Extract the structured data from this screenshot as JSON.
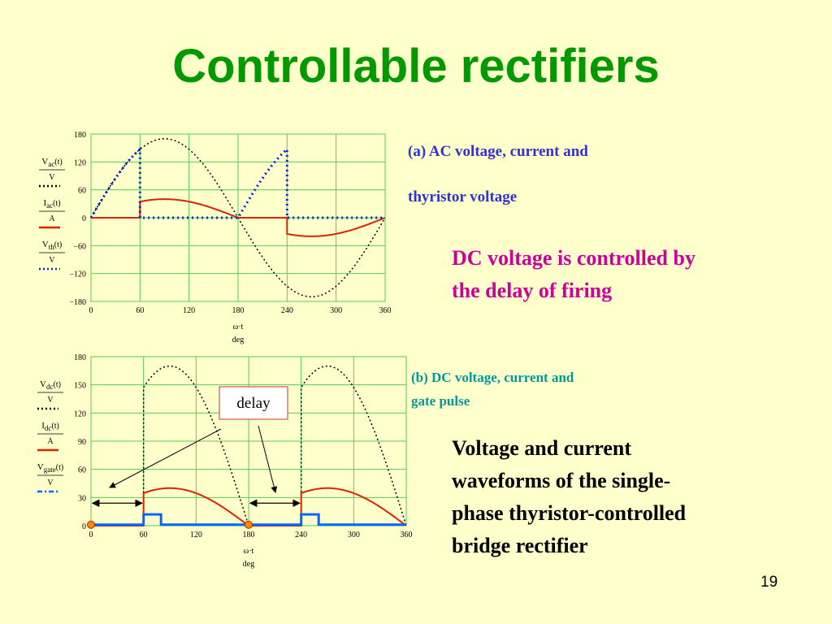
{
  "title": "Controllable rectifiers",
  "caption_a_line1": "(a)  AC voltage, current and",
  "caption_a_line2": "thyristor voltage",
  "caption_b_line1": "(b)  DC voltage, current and",
  "caption_b_line2": "gate pulse",
  "note_dc": [
    "DC voltage is controlled by",
    "the delay of firing"
  ],
  "note_desc": [
    "Voltage and current",
    "waveforms of the single-",
    "phase thyristor-controlled",
    "bridge rectifier"
  ],
  "slide_number": "19",
  "colors": {
    "title": "#009900",
    "voltage": "#000000",
    "current": "#dd2200",
    "thyristor": "#0022dd",
    "gate": "#0066ff",
    "grid": "#55cc55"
  },
  "chart_data": [
    {
      "type": "line",
      "xlabel": [
        "ω·t",
        "deg"
      ],
      "xticks": [
        0,
        60,
        120,
        180,
        240,
        300,
        360
      ],
      "yticks": [
        180,
        120,
        60,
        0,
        -60,
        -120,
        -180
      ],
      "ytick_labels": [
        "180",
        "120",
        "60",
        "0",
        "−60",
        "−120",
        "−180"
      ],
      "xlim": [
        0,
        360
      ],
      "ylim": [
        -180,
        180
      ],
      "firing_angle_deg": 60,
      "series": [
        {
          "name": "Vac(t) / V",
          "style": "dotted",
          "color": "#000000",
          "function": "170·sin(ωt)",
          "amplitude": 170
        },
        {
          "name": "Iac(t) / A",
          "style": "solid",
          "color": "#dd2200",
          "function": "40·sin(ωt) conducting from α",
          "amplitude": 40
        },
        {
          "name": "Vth(t) / V",
          "style": "dotted",
          "color": "#0022dd",
          "function": "thyristor blocking voltage before firing"
        }
      ],
      "legend": [
        {
          "sub": "ac",
          "var": "V",
          "unit": "V",
          "style": "dotted",
          "color": "#000000"
        },
        {
          "sub": "ac",
          "var": "I",
          "unit": "A",
          "style": "solid",
          "color": "#dd2200"
        },
        {
          "sub": "th",
          "var": "V",
          "unit": "V",
          "style": "dotted",
          "color": "#0022dd"
        }
      ]
    },
    {
      "type": "line",
      "xlabel": [
        "ω·t",
        "deg"
      ],
      "xticks": [
        0,
        60,
        120,
        180,
        240,
        300,
        360
      ],
      "yticks": [
        180,
        150,
        120,
        90,
        60,
        30,
        0
      ],
      "xlim": [
        0,
        360
      ],
      "ylim": [
        0,
        180
      ],
      "firing_angle_deg": 60,
      "annotation": "delay",
      "series": [
        {
          "name": "Vdc(t) / V",
          "style": "dotted",
          "color": "#000000",
          "function": "|170·sin(ωt)| after firing",
          "amplitude": 170
        },
        {
          "name": "Idc(t) / A",
          "style": "solid",
          "color": "#dd2200",
          "function": "|40·sin(ωt)| after firing",
          "amplitude": 40
        },
        {
          "name": "Vgate(t) / V",
          "style": "dash-dot",
          "color": "#0066ff",
          "pulse_height": 12,
          "pulse_width_deg": 20
        }
      ],
      "legend": [
        {
          "sub": "dc",
          "var": "V",
          "unit": "V",
          "style": "dotted",
          "color": "#000000"
        },
        {
          "sub": "dc",
          "var": "I",
          "unit": "A",
          "style": "solid",
          "color": "#dd2200"
        },
        {
          "sub": "gate",
          "var": "V",
          "unit": "V",
          "style": "dash-dot",
          "color": "#0066ff"
        }
      ]
    }
  ]
}
